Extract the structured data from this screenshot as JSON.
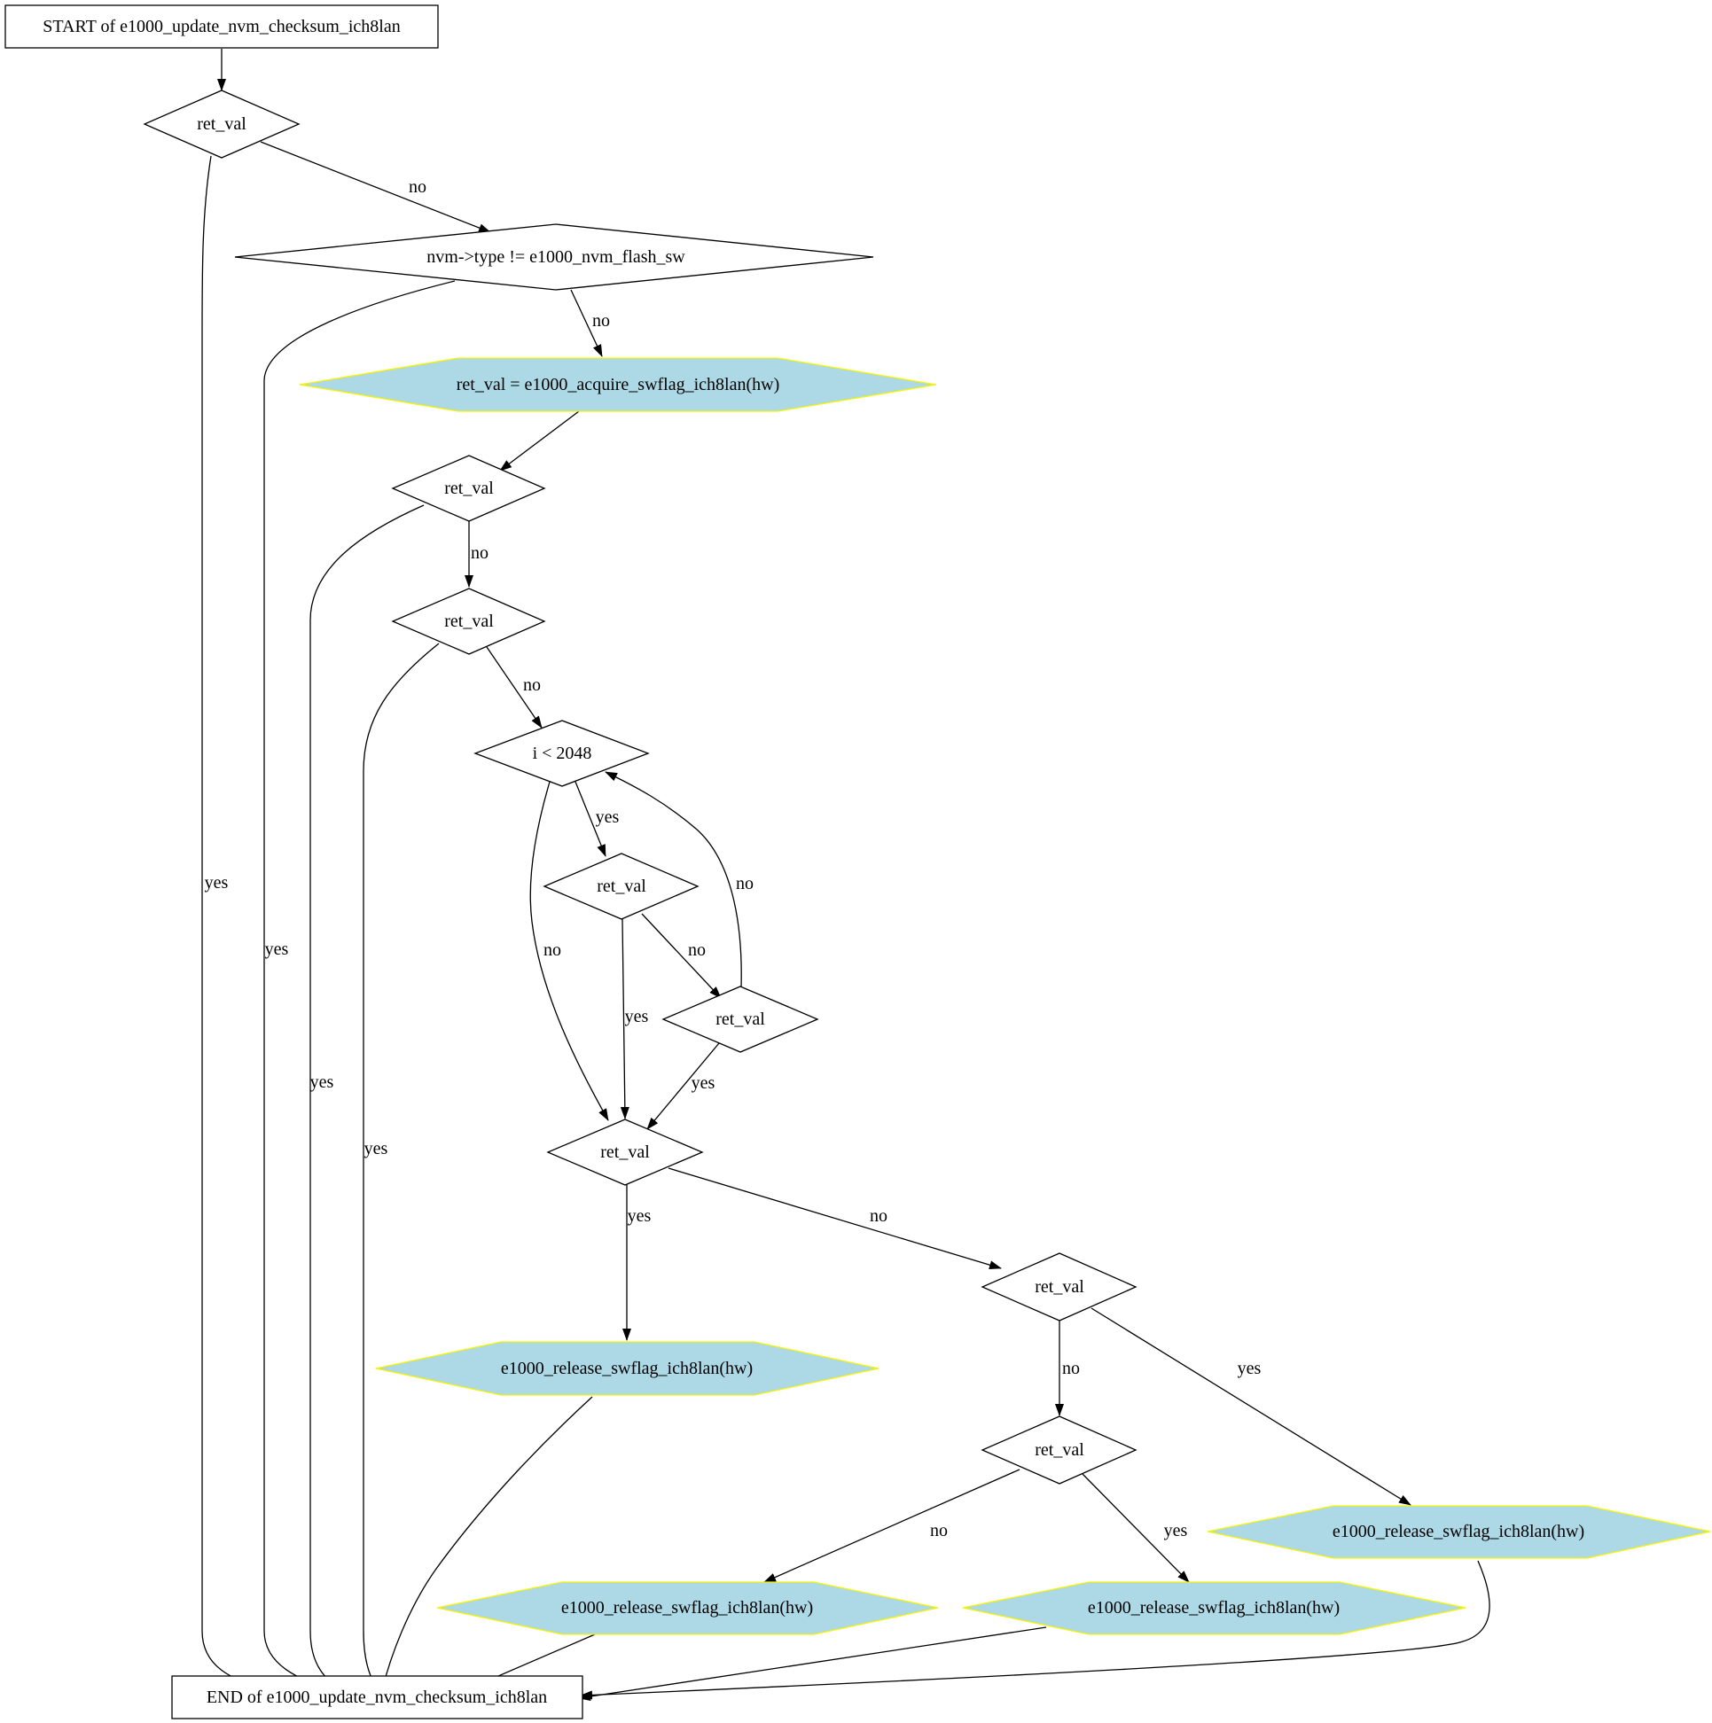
{
  "colors": {
    "process_fill": "#add8e6",
    "process_stroke": "#f5f500",
    "stroke": "#000000",
    "background": "#ffffff"
  },
  "nodes": {
    "start": "START of e1000_update_nvm_checksum_ich8lan",
    "d1": "ret_val",
    "d2": "nvm->type != e1000_nvm_flash_sw",
    "p1": "ret_val = e1000_acquire_swflag_ich8lan(hw)",
    "d3": "ret_val",
    "d4": "ret_val",
    "d5": "i < 2048",
    "d6": "ret_val",
    "d7": "ret_val",
    "d8": "ret_val",
    "d9": "ret_val",
    "d10": "ret_val",
    "p2": "e1000_release_swflag_ich8lan(hw)",
    "p3": "e1000_release_swflag_ich8lan(hw)",
    "p4": "e1000_release_swflag_ich8lan(hw)",
    "p5": "e1000_release_swflag_ich8lan(hw)",
    "end": "END of e1000_update_nvm_checksum_ich8lan"
  },
  "edges": {
    "d1_no": "no",
    "d1_yes": "yes",
    "d2_no": "no",
    "d2_yes": "yes",
    "d3_no": "no",
    "d3_yes": "yes",
    "d4_no": "no",
    "d4_yes": "yes",
    "d5_yes": "yes",
    "d5_no": "no",
    "d6_no": "no",
    "d6_yes": "yes",
    "d7_no": "no",
    "d7_yes": "yes",
    "d8_no": "no",
    "d8_yes": "yes",
    "d9_no": "no",
    "d9_yes": "yes",
    "d10_no": "no",
    "d10_yes": "yes"
  }
}
